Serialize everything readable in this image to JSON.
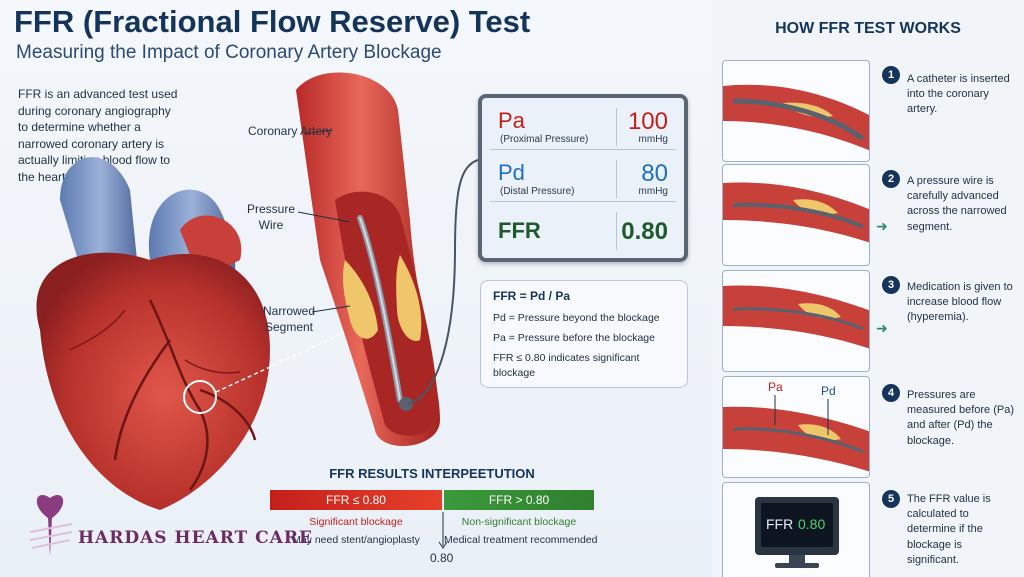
{
  "header": {
    "title": "FFR (Fractional Flow Reserve) Test",
    "subtitle": "Measuring the Impact of Coronary Artery Blockage"
  },
  "intro": "FFR is an advanced test used during coronary angiography to determine whether a narrowed coronary artery is actually limiting blood flow to the heart.",
  "anatomy": {
    "coronary_artery": "Coronary Artery",
    "pressure_wire": "Pressure Wire",
    "narrowed_segment": "Narrowed Segment"
  },
  "monitor": {
    "pa_symbol": "Pa",
    "pa_desc": "(Proximal Pressure)",
    "pa_value": "100",
    "pa_unit": "mmHg",
    "pd_symbol": "Pd",
    "pd_desc": "(Distal Pressure)",
    "pd_value": "80",
    "pd_unit": "mmHg",
    "ffr_label": "FFR",
    "ffr_value": "0.80"
  },
  "formula": {
    "title": "FFR = Pd / Pa",
    "line1": "Pd = Pressure beyond the blockage",
    "line2": "Pa = Pressure before the blockage",
    "line3": "FFR ≤ 0.80 indicates significant blockage"
  },
  "results": {
    "title": "FFR RESULTS INTERPEETUTION",
    "low_label": "FFR ≤ 0.80",
    "high_label": "FFR > 0.80",
    "low_meaning": "Significant blockage",
    "high_meaning": "Non-significant blockage",
    "low_action": "May need stent/angioplasty",
    "high_action": "Medical treatment recommended",
    "threshold": "0.80"
  },
  "brand": "HARDAS HEART CARE",
  "how": {
    "title": "HOW FFR TEST WORKS",
    "steps": [
      {
        "num": "1",
        "text": "A catheter is inserted into the coronary artery."
      },
      {
        "num": "2",
        "text": "A pressure wire is carefully advanced across the narrowed segment."
      },
      {
        "num": "3",
        "text": "Medication is given to increase blood flow (hyperemia)."
      },
      {
        "num": "4",
        "text": "Pressures are measured before (Pa) and after (Pd) the blockage."
      },
      {
        "num": "5",
        "text": "The FFR value is calculated to determine if the blockage is significant."
      }
    ],
    "step4_pa": "Pa",
    "step4_pd": "Pd",
    "step5_screen_label": "FFR",
    "step5_screen_value": "0.80"
  },
  "colors": {
    "navy": "#15345c",
    "red": "#c4201a",
    "green": "#2f7f2f",
    "pa_color": "#c4201a",
    "pd_color": "#1f6fc2"
  }
}
